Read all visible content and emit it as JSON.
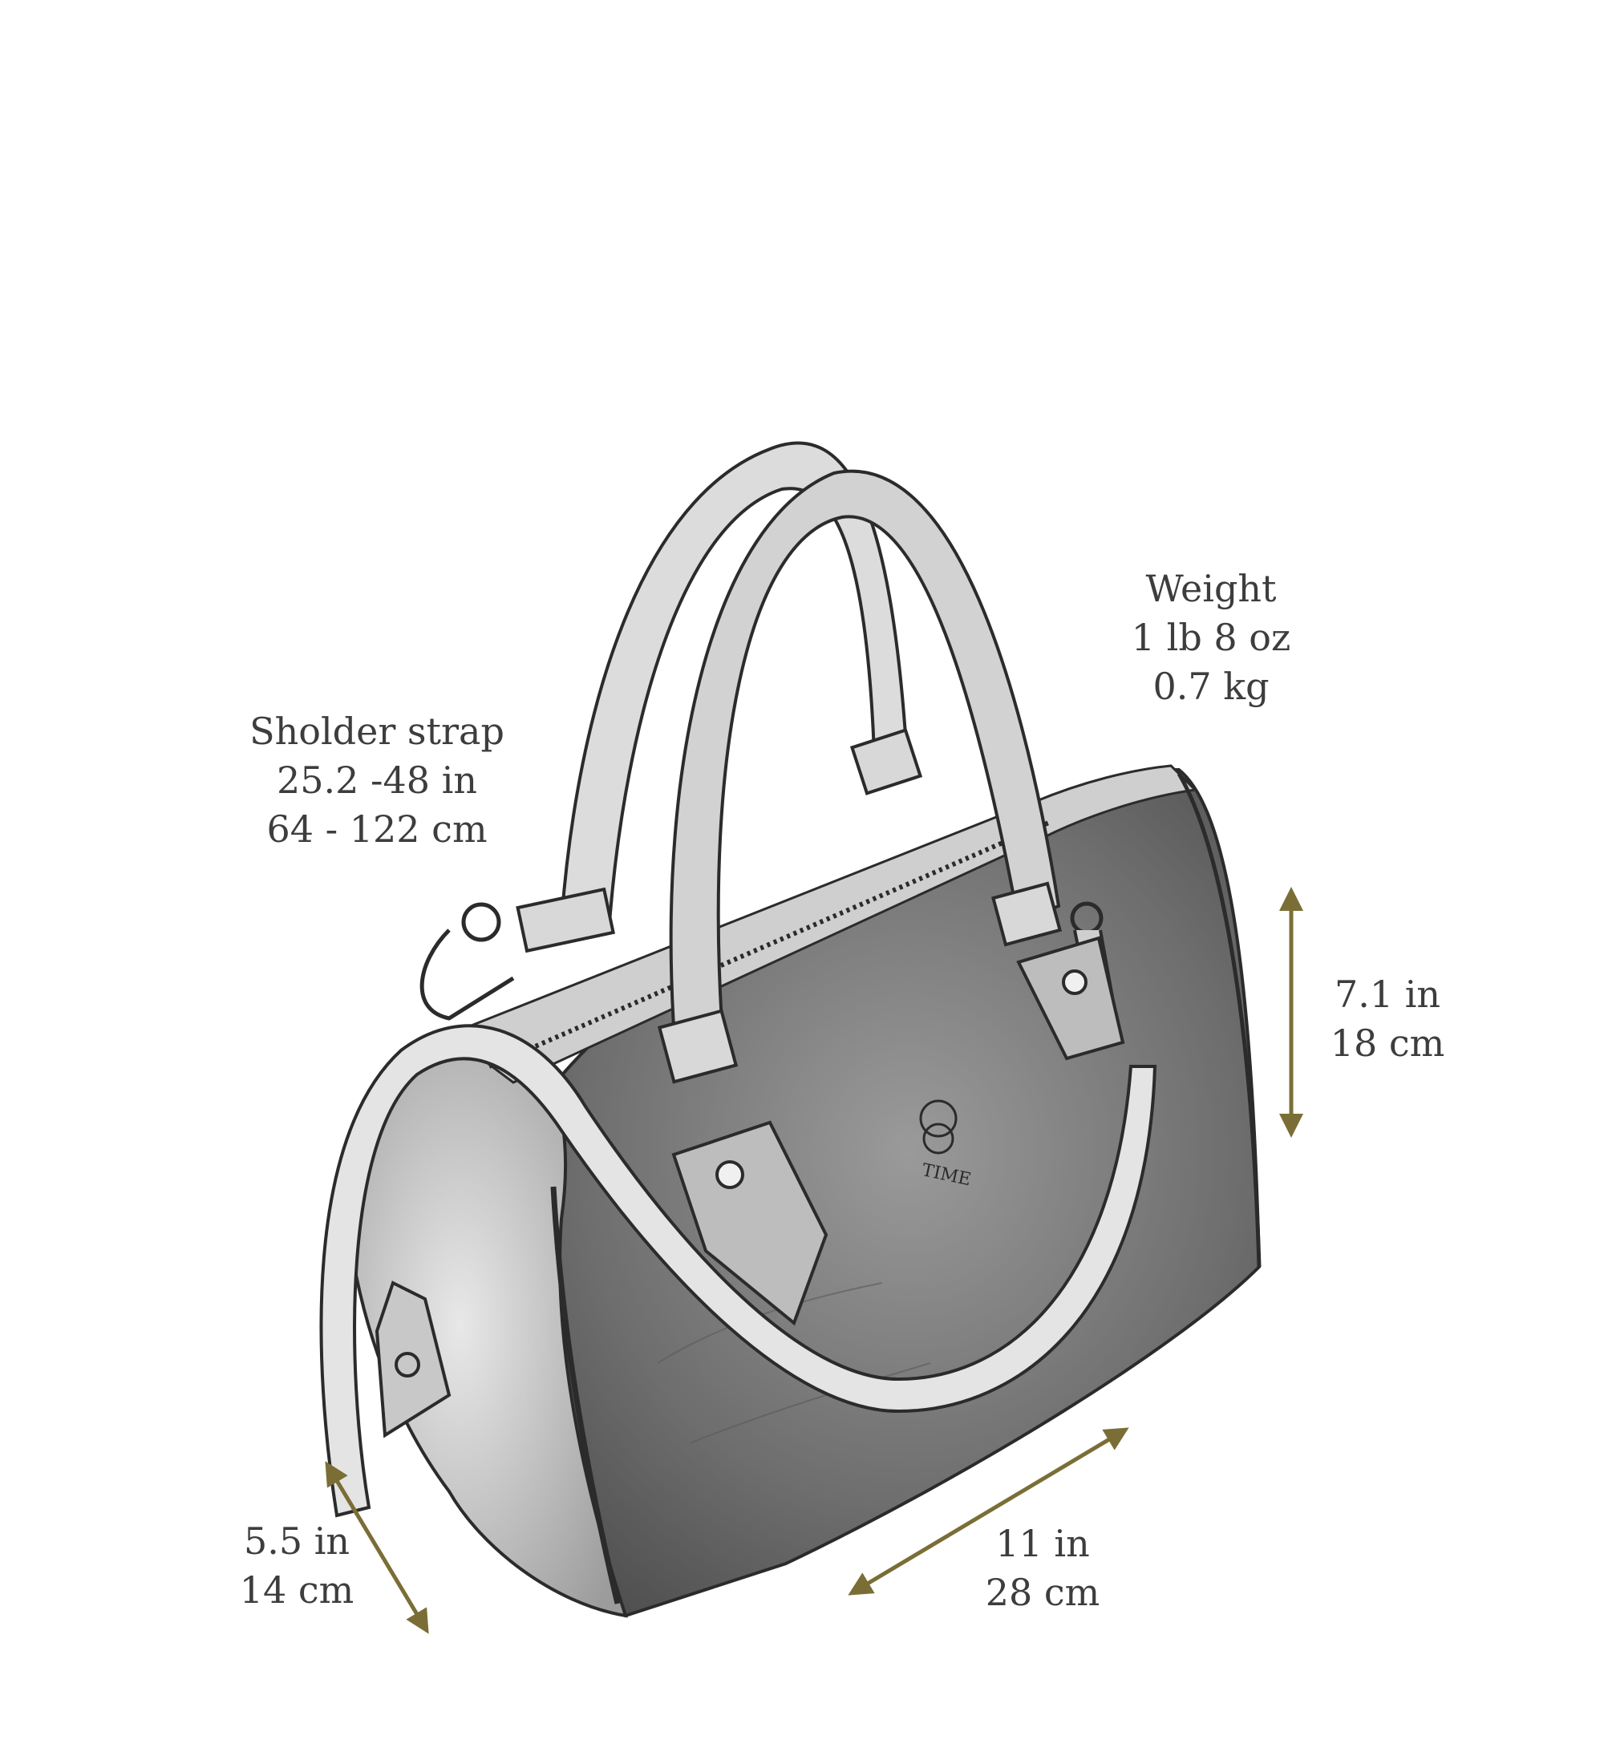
{
  "colors": {
    "arrow": "#7a6e36",
    "text": "#3d3d3d",
    "sketch": "#2b2b2b",
    "background": "#ffffff"
  },
  "labels": {
    "weight": {
      "line1": "Weight",
      "line2": "1 lb 8 oz",
      "line3": "0.7 kg"
    },
    "shoulder_strap": {
      "line1": "Sholder strap",
      "line2": "25.2 -48 in",
      "line3": "64 - 122 cm"
    },
    "height": {
      "line1": "7.1 in",
      "line2": "18 cm"
    },
    "depth": {
      "line1": "5.5 in",
      "line2": "14 cm"
    },
    "length": {
      "line1": "11 in",
      "line2": "28 cm"
    }
  },
  "logo_text": "TIME"
}
